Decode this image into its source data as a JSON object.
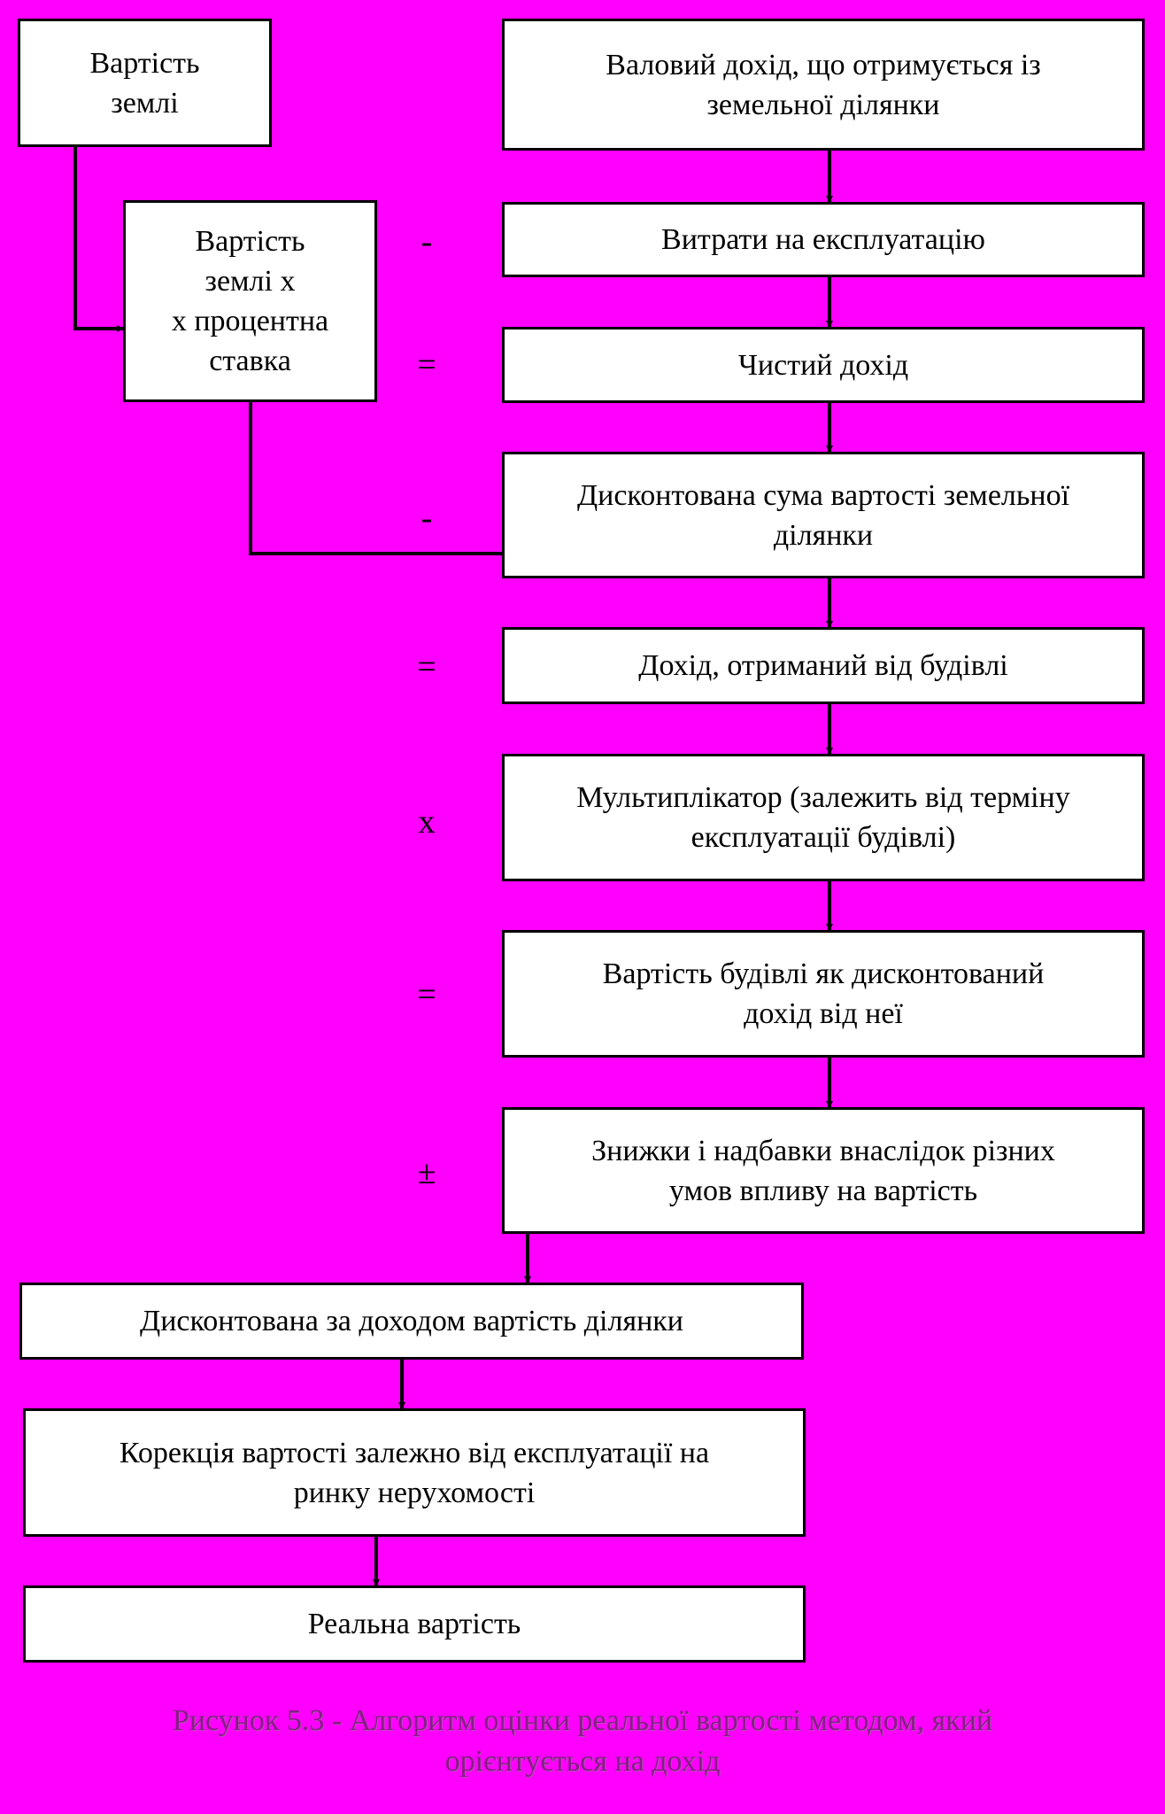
{
  "diagram": {
    "land_value": "Вартість\nземлі",
    "land_value_rate": "Вартість\nземлі х\nх процентна\nставка",
    "gross_income": "Валовий дохід, що отримується із\nземельної ділянки",
    "operating_costs": "Витрати на експлуатацію",
    "net_income": "Чистий дохід",
    "discounted_land": "Дисконтована сума вартості земельної\nділянки",
    "building_income": "Дохід, отриманий від будівлі",
    "multiplier": "Мультиплікатор (залежить від терміну\nексплуатації будівлі)",
    "building_value": "Вартість будівлі як дисконтований\nдохід від неї",
    "discounts": "Знижки і надбавки внаслідок різних\nумов впливу на вартість",
    "discounted_income_value": "Дисконтована за доходом вартість ділянки",
    "correction": "Корекція вартості залежно від експлуатації на\nринку нерухомості",
    "real_value": "Реальна вартість"
  },
  "operators": {
    "op1": "-",
    "op2": "=",
    "op3": "-",
    "op4": "=",
    "op5": "х",
    "op6": "=",
    "op7": "±"
  },
  "caption": "Рисунок 5.3 - Алгоритм оцінки реальної вартості методом, який\nорієнтується на дохід",
  "colors": {
    "background": "#ff00ff",
    "box_fill": "#ffffff",
    "line": "#000000",
    "caption": "#8a1a8a"
  }
}
